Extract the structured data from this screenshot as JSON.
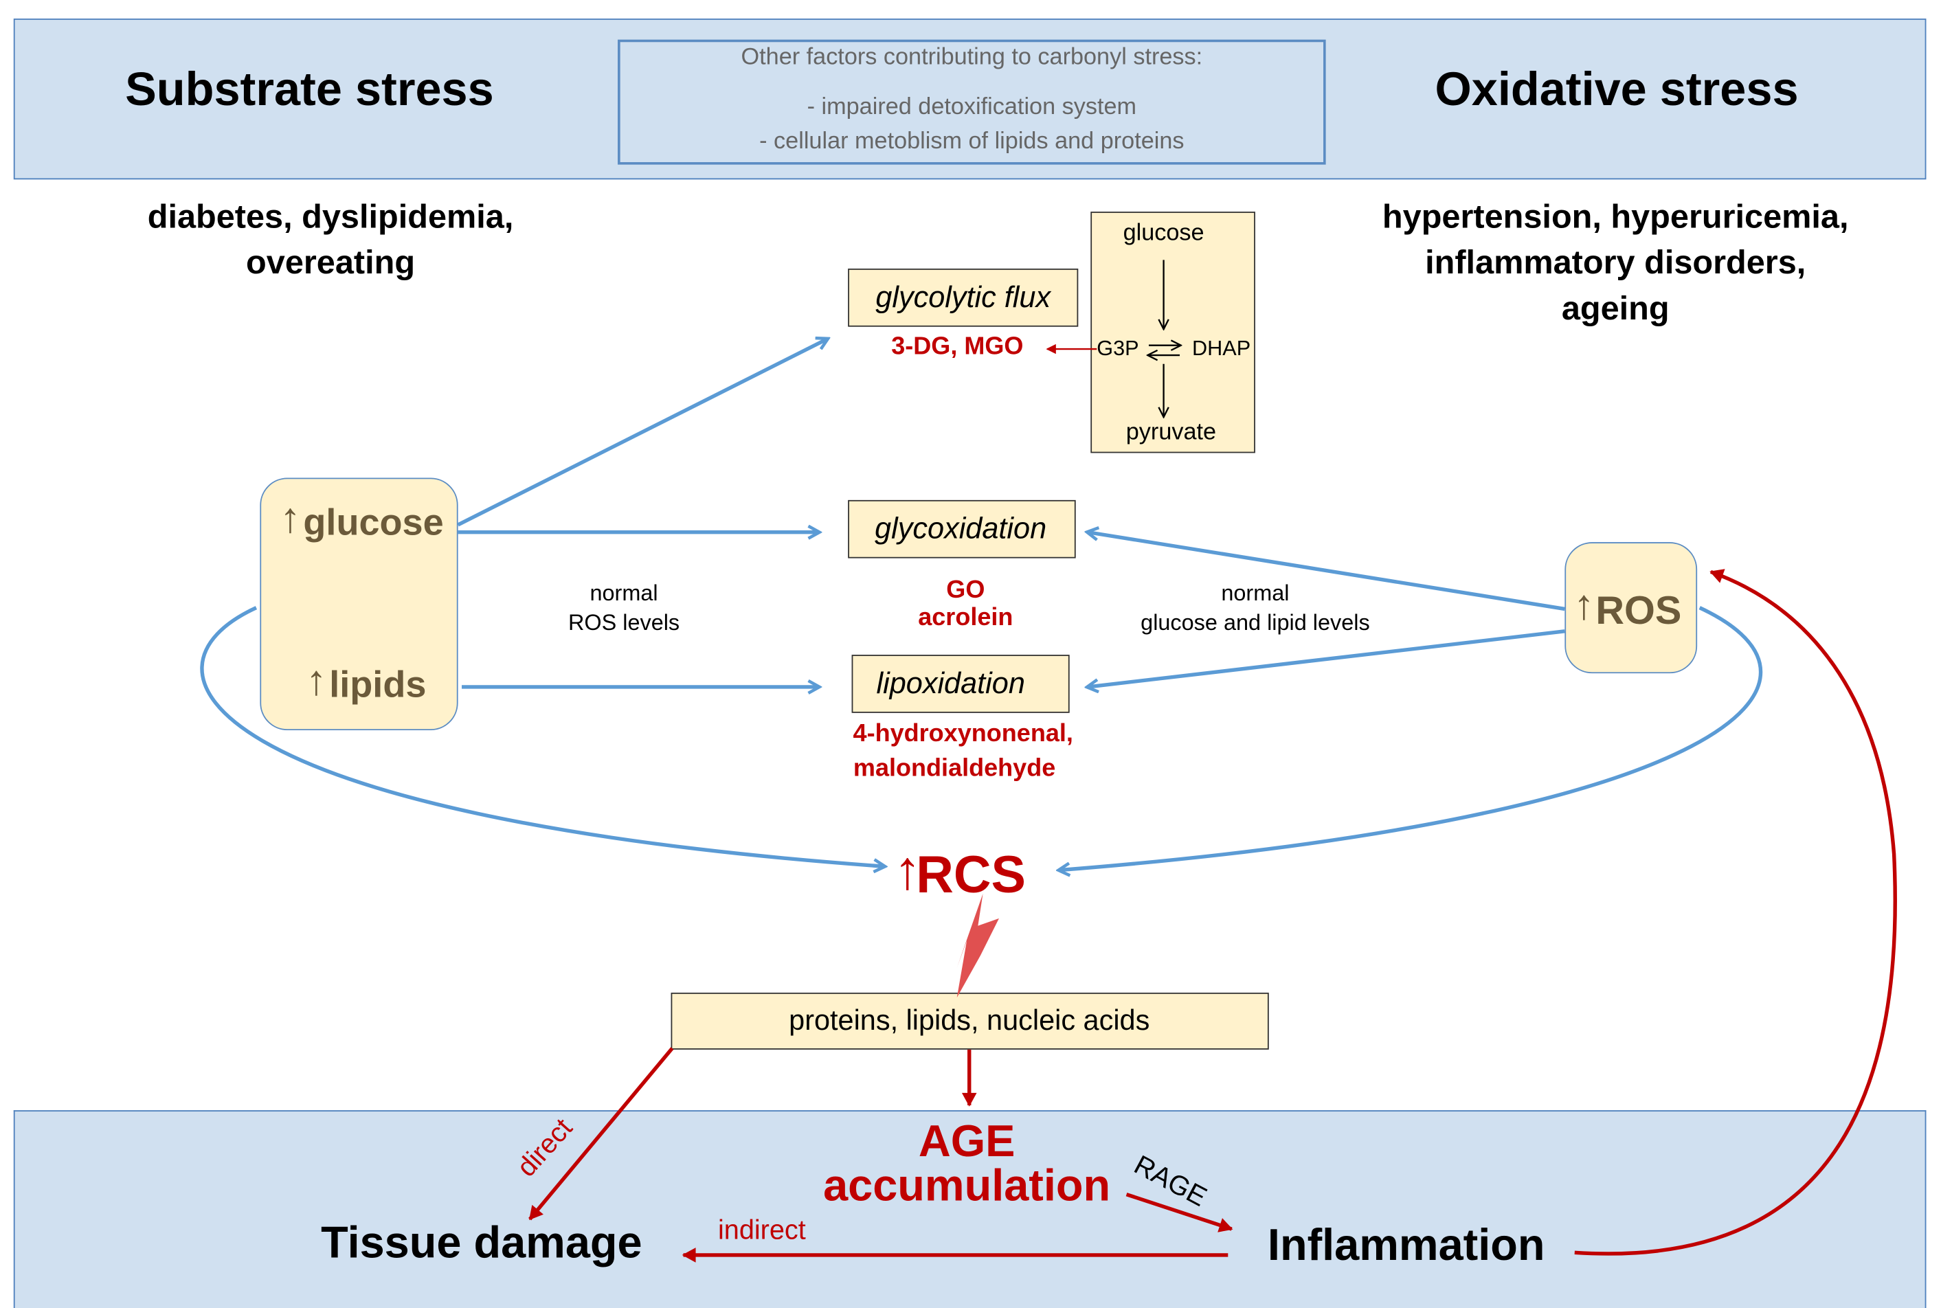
{
  "top": {
    "left_heading": "Substrate stress",
    "right_heading": "Oxidative stress",
    "factors_title": "Other factors contributing to carbonyl stress:",
    "factors_line1": "- impaired detoxification system",
    "factors_line2": "- cellular metoblism of lipids and proteins"
  },
  "causes": {
    "left_line1": "diabetes, dyslipidemia,",
    "left_line2": "overeating",
    "right_line1": "hypertension, hyperuricemia,",
    "right_line2": "inflammatory disorders,",
    "right_line3": "ageing"
  },
  "substrates": {
    "glucose": "glucose",
    "lipids": "lipids",
    "arrow_up": "↑"
  },
  "ros": {
    "label": "ROS",
    "arrow_up": "↑"
  },
  "processes": {
    "glycolytic": "glycolytic flux",
    "glycoxidation": "glycoxidation",
    "lipoxidation": "lipoxidation"
  },
  "pathway": {
    "glucose": "glucose",
    "g3p": "G3P",
    "dhap": "DHAP",
    "pyruvate": "pyruvate"
  },
  "products": {
    "glycolytic": "3-DG, MGO",
    "glycox_1": "GO",
    "glycox_2": "acrolein",
    "lipox_1": "4-hydroxynonenal,",
    "lipox_2": "malondialdehyde"
  },
  "notes": {
    "left_1": "normal",
    "left_2": "ROS levels",
    "right_1": "normal",
    "right_2": "glucose and lipid levels"
  },
  "rcs": {
    "label": "RCS",
    "arrow_up": "↑"
  },
  "targets": "proteins, lipids, nucleic acids",
  "bottom": {
    "age_1": "AGE",
    "age_2": "accumulation",
    "tissue": "Tissue damage",
    "inflammation": "Inflammation",
    "direct": "direct",
    "indirect": "indirect",
    "rage": "RAGE"
  },
  "colors": {
    "blue_arrow": "#5b9bd5",
    "red": "#c00000",
    "band": "#d0e0f0",
    "box": "#fff2cc"
  }
}
